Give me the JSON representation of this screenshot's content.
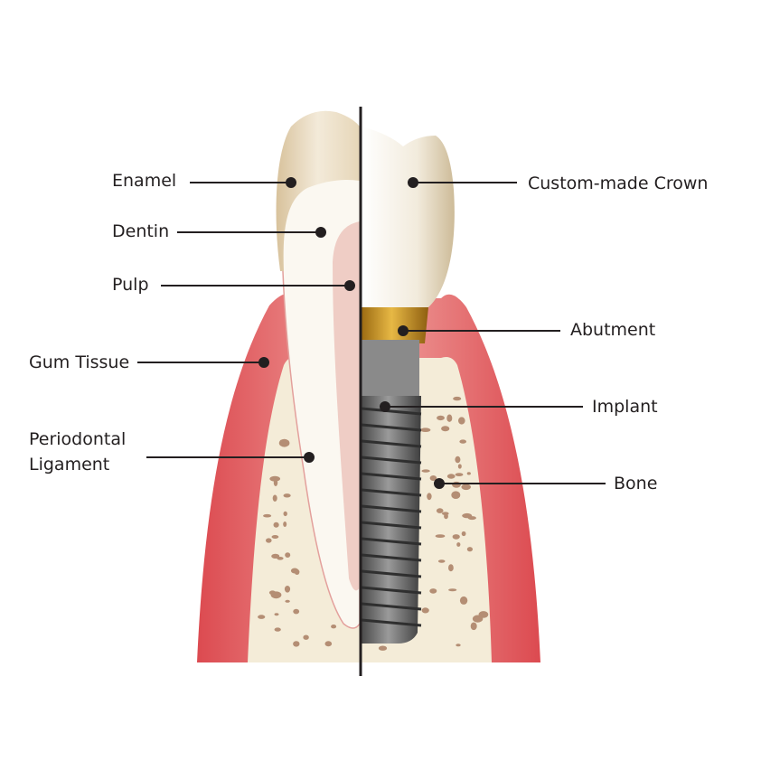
{
  "diagram": {
    "colors": {
      "gum": "#e3575a",
      "gum_light": "#f2b3ad",
      "bone": "#f4ecd8",
      "bone_pore": "#b48e74",
      "enamel": "#e9dcc4",
      "dentin": "#fbf8f1",
      "pulp": "#efcdc5",
      "crown": "#f0e8d8",
      "abutment": "#c7931d",
      "implant": "#6d6d6d",
      "line": "#231f20"
    },
    "labels": {
      "enamel": "Enamel",
      "dentin": "Dentin",
      "pulp": "Pulp",
      "gum_tissue": "Gum Tissue",
      "periodontal_ligament": "Periodontal\nLigament",
      "custom_crown": "Custom-made Crown",
      "abutment": "Abutment",
      "implant": "Implant",
      "bone": "Bone"
    }
  }
}
